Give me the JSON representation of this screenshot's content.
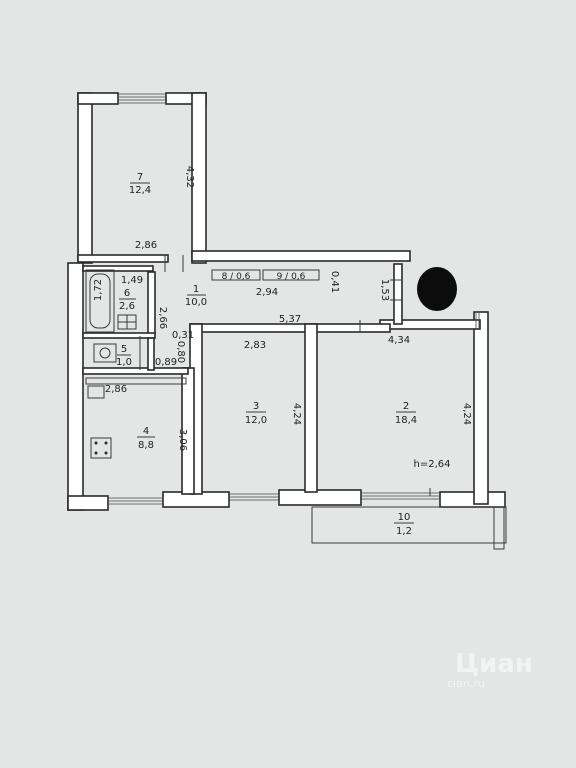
{
  "rooms": {
    "r7": {
      "num": "7",
      "area": "12,4"
    },
    "r1": {
      "num": "1",
      "area": "10,0"
    },
    "r6": {
      "num": "6",
      "area": "2,6"
    },
    "r5": {
      "num": "5",
      "area": "1,0"
    },
    "r4": {
      "num": "4",
      "area": "8,8"
    },
    "r3": {
      "num": "3",
      "area": "12,0"
    },
    "r2": {
      "num": "2",
      "area": "18,4"
    },
    "r8": {
      "label": "8 / 0,6"
    },
    "r9": {
      "label": "9 / 0,6"
    },
    "r10": {
      "num": "10",
      "area": "1,2"
    }
  },
  "dimensions": {
    "d432": "4,32",
    "d286a": "2,86",
    "d149": "1,49",
    "d172": "1,72",
    "d266": "2,66",
    "d294": "2,94",
    "d041": "0,41",
    "d153": "1,53",
    "d031": "0,31",
    "d537": "5,37",
    "d080": "0,80",
    "d089": "0,89",
    "d283": "2,83",
    "d434": "4,34",
    "d286b": "2,86",
    "d306": "3,06",
    "d424a": "4,24",
    "d424b": "4,24"
  },
  "height_label": "h=2,64",
  "watermark": {
    "main": "Циан",
    "sub": "cian.ru"
  }
}
